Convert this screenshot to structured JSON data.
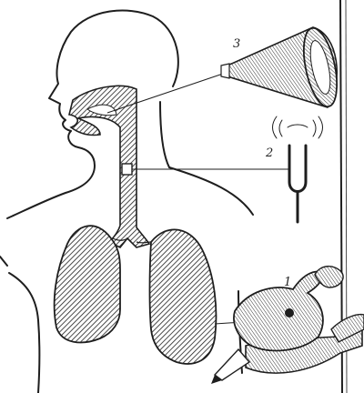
{
  "diagram": {
    "labels": {
      "bellows": "1",
      "tuning_fork": "2",
      "horn": "3"
    },
    "colors": {
      "ink": "#1e1e1e",
      "paper": "#ffffff"
    }
  }
}
